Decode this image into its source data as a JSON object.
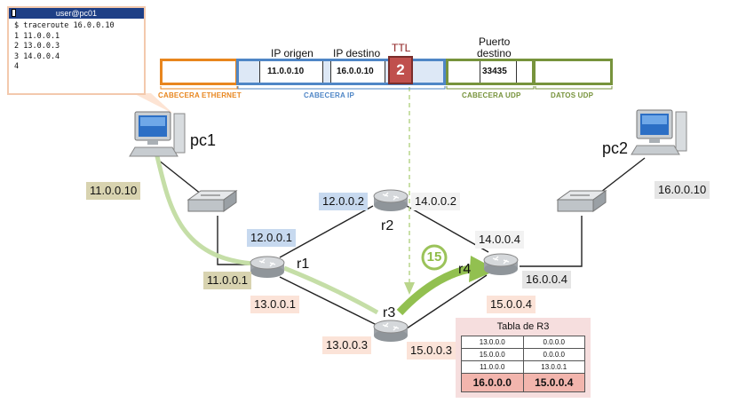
{
  "terminal": {
    "title": "user@pc01",
    "lines": [
      "$ traceroute 16.0.0.10",
      "1 11.0.0.1",
      "2 13.0.0.3",
      "3 14.0.0.4",
      "4"
    ]
  },
  "packet": {
    "ip_origen_label": "IP origen",
    "ip_destino_label": "IP destino",
    "ttl_label": "TTL",
    "puerto_label_1": "Puerto",
    "puerto_label_2": "destino",
    "ip_origen": "11.0.0.10",
    "ip_destino": "16.0.0.10",
    "ttl": "2",
    "puerto": "33435",
    "cap_ethernet": "CABECERA ETHERNET",
    "cap_ip": "CABECERA IP",
    "cap_udp": "CABECERA UDP",
    "cap_datos": "DATOS UDP"
  },
  "hosts": {
    "pc1": "pc1",
    "pc2": "pc2",
    "pc1_ip": "11.0.0.10",
    "pc2_ip": "16.0.0.10"
  },
  "routers": {
    "r1": "r1",
    "r2": "r2",
    "r3": "r3",
    "r4": "r4"
  },
  "interfaces": {
    "r1_a": "12.0.0.1",
    "r1_b": "11.0.0.1",
    "r1_c": "13.0.0.1",
    "r2_a": "12.0.0.2",
    "r2_b": "14.0.0.2",
    "r3_a": "13.0.0.3",
    "r3_b": "15.0.0.3",
    "r4_a": "14.0.0.4",
    "r4_b": "16.0.0.4",
    "r4_c": "15.0.0.4"
  },
  "ttl_new": "15",
  "r3_table": {
    "title": "Tabla de R3",
    "rows": [
      [
        "13.0.0.0",
        "0.0.0.0"
      ],
      [
        "15.0.0.0",
        "0.0.0.0"
      ],
      [
        "11.0.0.0",
        "13.0.0.1"
      ],
      [
        "16.0.0.0",
        "15.0.0.4"
      ]
    ]
  },
  "colors": {
    "ethernet": "#e8861e",
    "ip": "#4f86c6",
    "udp": "#77933c",
    "ttl_box": "#c0504d",
    "path": "#c5dea7",
    "path_strong": "#92c050",
    "tan": "#d8d3b0",
    "blue_ip": "#c7d9ef",
    "pink_ip": "#fbe3d8"
  }
}
